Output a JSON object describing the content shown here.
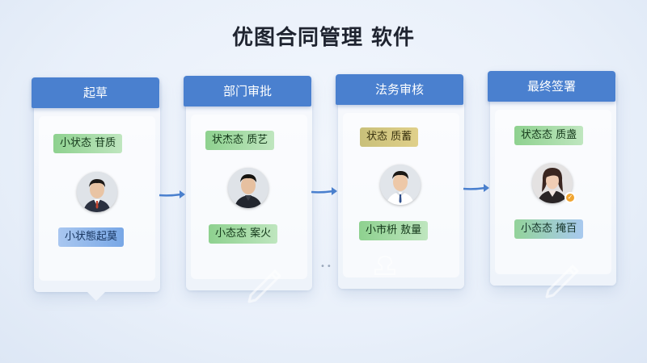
{
  "title": "优图合同管理 软件",
  "cards": [
    {
      "header": "起草",
      "top_tag": "小状态 苷质",
      "bottom_tag": "小状態起莫"
    },
    {
      "header": "部门审批",
      "top_tag": "状杰态 质艺",
      "bottom_tag": "小态态 案火"
    },
    {
      "header": "法务审核",
      "top_tag": "状态 质蓄",
      "bottom_tag": "小市枡 敖量"
    },
    {
      "header": "最终签署",
      "top_tag": "状态态 质盏",
      "bottom_tag": "小态态 掩百"
    }
  ],
  "colors": {
    "header": "#4a80cf",
    "arrow": "#4a80cf"
  },
  "icons": [
    "right-arrow-icon",
    "avatar-icon",
    "check-badge-icon",
    "pen-icon"
  ]
}
